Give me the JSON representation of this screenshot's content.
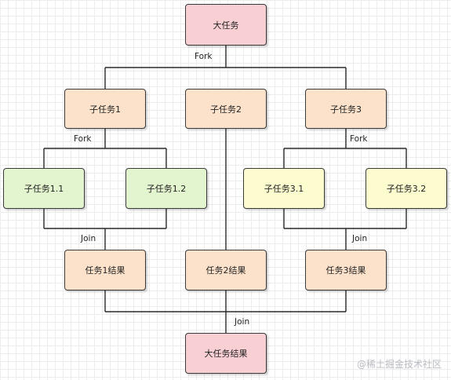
{
  "colors": {
    "root": "#f8cfd3",
    "level1": "#fde2cb",
    "branch1": "#e3f5cf",
    "branch3": "#fdfccf",
    "result": "#fde2cb",
    "final": "#f8cfd3"
  },
  "nodes": {
    "root": "大任务",
    "sub1": "子任务1",
    "sub2": "子任务2",
    "sub3": "子任务3",
    "sub1_1": "子任务1.1",
    "sub1_2": "子任务1.2",
    "sub3_1": "子任务3.1",
    "sub3_2": "子任务3.2",
    "res1": "任务1结果",
    "res2": "任务2结果",
    "res3": "任务3结果",
    "final": "大任务结果"
  },
  "labels": {
    "fork_root": "Fork",
    "fork_sub1": "Fork",
    "fork_sub3": "Fork",
    "join_sub1": "Join",
    "join_sub3": "Join",
    "join_final": "Join"
  },
  "watermark": "@稀土掘金技术社区"
}
